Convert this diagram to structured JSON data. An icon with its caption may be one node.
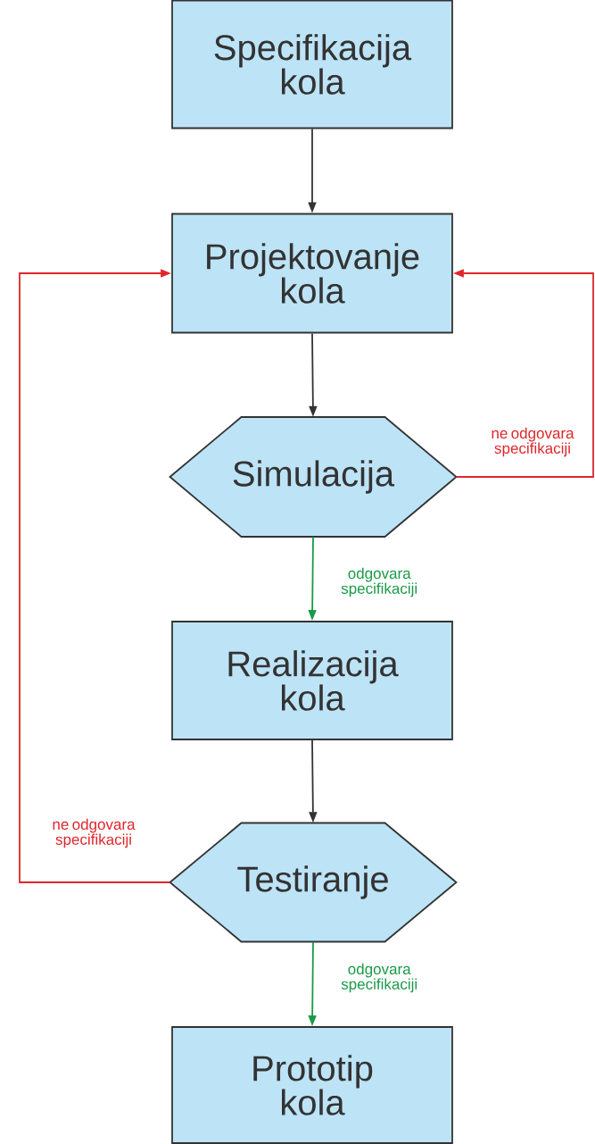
{
  "diagram": {
    "nodes": [
      {
        "text": [
          "Specifikacija kola"
        ]
      },
      {
        "text": [
          "Projektovanje kola"
        ]
      },
      {
        "text": [
          "Simulacija"
        ]
      },
      {
        "text": [
          "Realizacija kola"
        ]
      },
      {
        "text": [
          "Testiranje"
        ]
      },
      {
        "text": [
          "Prototip kola"
        ]
      }
    ],
    "edges": [
      {
        "from": 0,
        "to": 1,
        "arrow": "to"
      },
      {
        "from": 1,
        "to": 2,
        "arrow": "to"
      },
      {
        "from": 2,
        "to": 1,
        "arrow": "to",
        "label": "ne odgovara specifikaciji",
        "color": "#e0262b"
      },
      {
        "from": 2,
        "to": 3,
        "arrow": "to",
        "label": "odgovara specifikaciji",
        "color": "#1a9a48"
      },
      {
        "from": 3,
        "to": 4,
        "arrow": "to"
      },
      {
        "from": 4,
        "to": 1,
        "arrow": "to",
        "label": "ne odgovara specifikaciji",
        "color": "#e0262b"
      },
      {
        "from": 4,
        "to": 5,
        "arrow": "to",
        "label": "odgovara specifikaciji",
        "color": "#1a9a48"
      }
    ]
  }
}
